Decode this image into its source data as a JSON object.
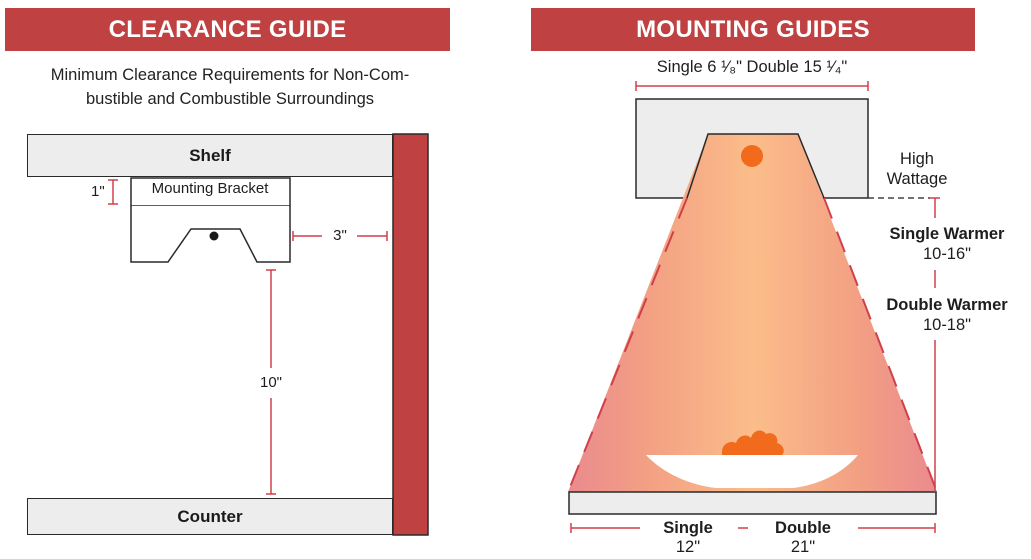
{
  "clearance": {
    "title": "CLEARANCE GUIDE",
    "subtitle_line1": "Minimum Clearance Requirements for Non-Com-",
    "subtitle_line2": "bustible and Combustible Surroundings",
    "shelf": "Shelf",
    "bracket": "Mounting Bracket",
    "counter": "Counter",
    "gap_top": "1\"",
    "gap_side": "3\"",
    "gap_bottom": "10\""
  },
  "mounting": {
    "title": "MOUNTING GUIDES",
    "width_label": "Single 6 ¹⁄₈\" Double 15 ¹⁄₄\"",
    "high_wattage_1": "High",
    "high_wattage_2": "Wattage",
    "single_warmer_name": "Single Warmer",
    "single_warmer_range": "10-16\"",
    "double_warmer_name": "Double Warmer",
    "double_warmer_range": "10-18\"",
    "bottom_single_name": "Single",
    "bottom_single_value": "12\"",
    "bottom_double_name": "Double",
    "bottom_double_value": "21\""
  },
  "colors": {
    "banner": "#bf4142",
    "wall": "#bf4142",
    "dimension_line": "#d0404a",
    "lamp": "#f26a1b",
    "heat_core": "#fbbd8a",
    "heat_edge": "#ea8a8e"
  }
}
